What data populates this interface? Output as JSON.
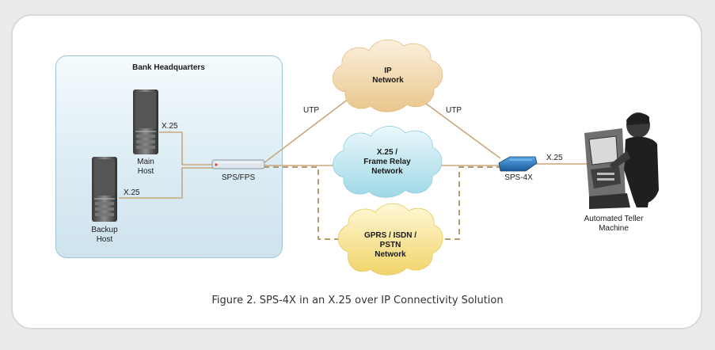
{
  "headquarters": {
    "title": "Bank Headquarters"
  },
  "nodes": {
    "main_host": "Main\nHost",
    "backup_host": "Backup\nHost",
    "sps_fps": "SPS/FPS",
    "ip_network": "IP\nNetwork",
    "x25_network": "X.25 /\nFrame Relay\nNetwork",
    "gprs_network": "GPRS / ISDN /\nPSTN\nNetwork",
    "sps4x": "SPS-4X",
    "atm": "Automated Teller\nMachine"
  },
  "links": {
    "main_x25": "X.25",
    "backup_x25": "X.25",
    "utp_left": "UTP",
    "utp_right": "UTP",
    "atm_x25": "X.25"
  },
  "caption": "Figure 2.  SPS-4X in an X.25 over IP Connectivity Solution",
  "colors": {
    "solid_link": "#c9a77a",
    "dashed_link": "#a07c3e",
    "hq_fill": "#dcecf4",
    "cloud_ip": "#f2d6a8",
    "cloud_x25": "#bfe6f0",
    "cloud_gprs": "#f7e290",
    "sps4x_blue": "#2a74b8"
  }
}
